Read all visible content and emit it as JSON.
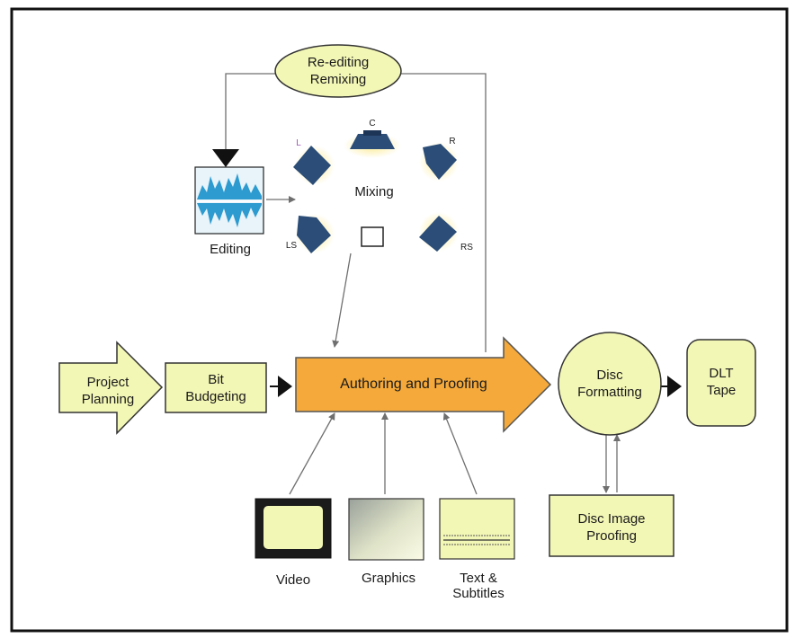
{
  "nodes": {
    "reediting": [
      "Re-editing",
      "Remixing"
    ],
    "editing": "Editing",
    "mixing": "Mixing",
    "speakers": {
      "l": "L",
      "c": "C",
      "r": "R",
      "ls": "LS",
      "rs": "RS"
    },
    "project_planning": [
      "Project",
      "Planning"
    ],
    "bit_budgeting": [
      "Bit",
      "Budgeting"
    ],
    "authoring": "Authoring and Proofing",
    "disc_formatting": [
      "Disc",
      "Formatting"
    ],
    "dlt_tape": [
      "DLT",
      "Tape"
    ],
    "disc_image_proofing": [
      "Disc Image",
      "Proofing"
    ],
    "video": "Video",
    "graphics": "Graphics",
    "text_subtitles": [
      "Text &",
      "Subtitles"
    ]
  },
  "colors": {
    "box_fill": "#f3f7b5",
    "arrow_fill": "#f4a93a",
    "speaker": "#2b4d77",
    "glow": "#f6e27a",
    "waveform": "#2e9bd0",
    "line": "#6f6f6f"
  }
}
